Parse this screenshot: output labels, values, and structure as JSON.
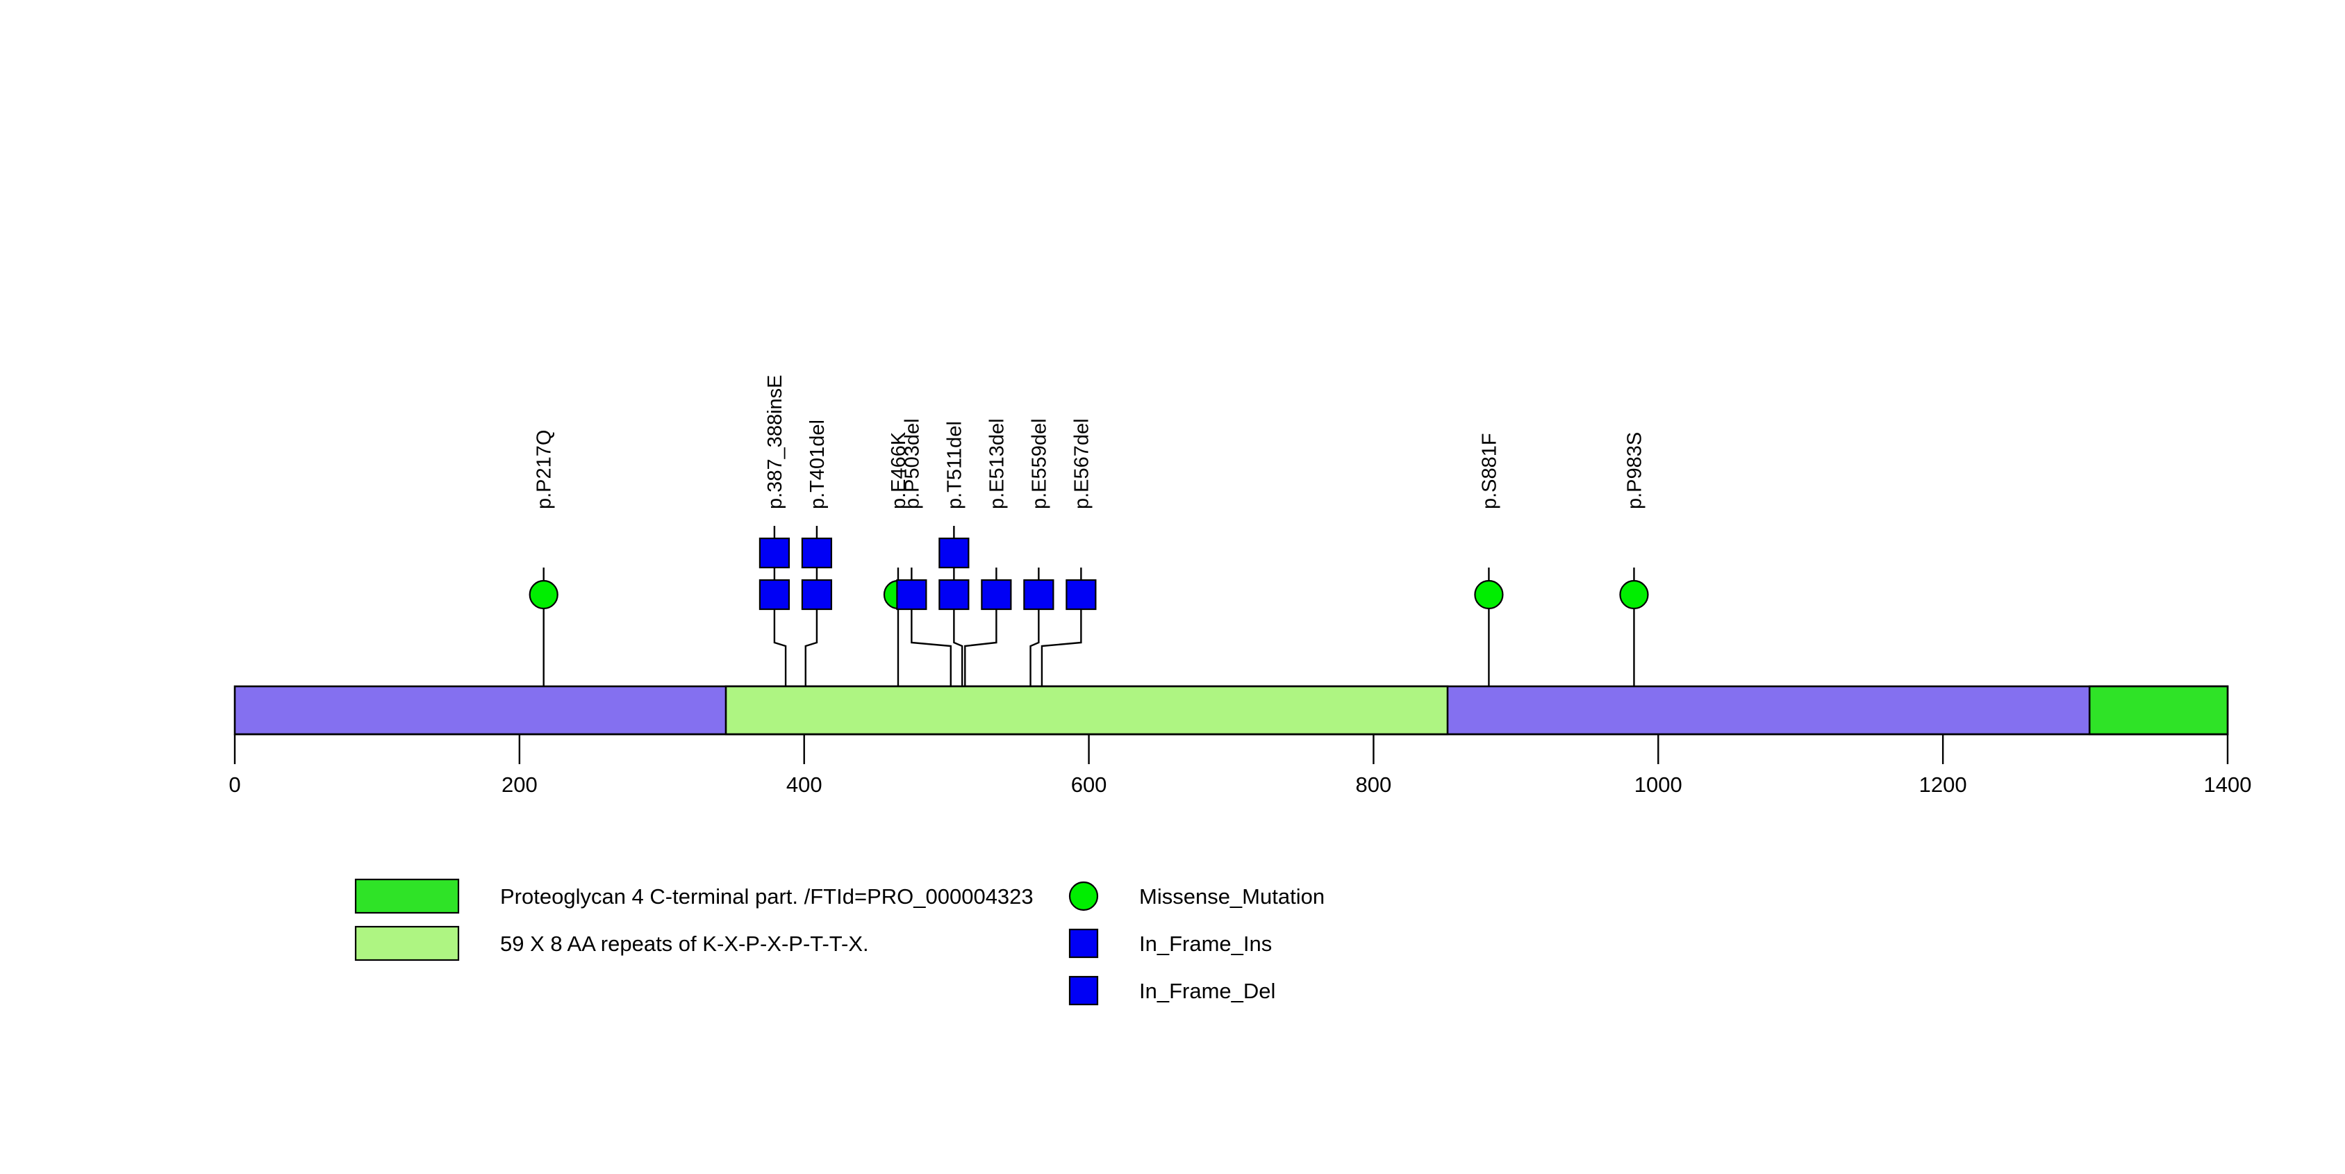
{
  "chart_data": {
    "type": "lollipop",
    "title": "",
    "xlabel": "",
    "ylabel": "",
    "xlim": [
      0,
      1400
    ],
    "grid": false,
    "protein_length": 1400,
    "axis": {
      "ticks": [
        0,
        200,
        400,
        600,
        800,
        1000,
        1200,
        1400
      ],
      "tick_labels": [
        "0",
        "200",
        "400",
        "600",
        "800",
        "1000",
        "1200",
        "1400"
      ]
    },
    "backbone": {
      "start": 0,
      "end": 1400,
      "color": "#8470f0"
    },
    "domains": [
      {
        "name": "59 X 8 AA repeats of K-X-P-X-P-T-T-X.",
        "start": 345,
        "end": 852,
        "color": "#aef582"
      },
      {
        "name": "Proteoglycan 4 C-terminal part. /FTId=PRO_000004323",
        "start": 1303,
        "end": 1400,
        "color": "#2fe327"
      }
    ],
    "mutations": [
      {
        "label": "p.P217Q",
        "position": 217,
        "count": 1,
        "type": "Missense_Mutation",
        "shape": "circle",
        "color": "#00ee00"
      },
      {
        "label": "p.387_388insE",
        "position": 387,
        "count": 2,
        "type": "In_Frame_Ins",
        "shape": "square",
        "color": "#0000f5"
      },
      {
        "label": "p.T401del",
        "position": 401,
        "count": 2,
        "type": "In_Frame_Del",
        "shape": "square",
        "color": "#0000f5"
      },
      {
        "label": "p.E466K",
        "position": 466,
        "count": 1,
        "type": "Missense_Mutation",
        "shape": "circle",
        "color": "#00ee00"
      },
      {
        "label": "p.P503del",
        "position": 503,
        "count": 1,
        "type": "In_Frame_Del",
        "shape": "square",
        "color": "#0000f5"
      },
      {
        "label": "p.T511del",
        "position": 511,
        "count": 2,
        "type": "In_Frame_Del",
        "shape": "square",
        "color": "#0000f5"
      },
      {
        "label": "p.E513del",
        "position": 513,
        "count": 1,
        "type": "In_Frame_Del",
        "shape": "square",
        "color": "#0000f5"
      },
      {
        "label": "p.E559del",
        "position": 559,
        "count": 1,
        "type": "In_Frame_Del",
        "shape": "square",
        "color": "#0000f5"
      },
      {
        "label": "p.E567del",
        "position": 567,
        "count": 1,
        "type": "In_Frame_Del",
        "shape": "square",
        "color": "#0000f5"
      },
      {
        "label": "p.S881F",
        "position": 881,
        "count": 1,
        "type": "Missense_Mutation",
        "shape": "circle",
        "color": "#00ee00"
      },
      {
        "label": "p.P983S",
        "position": 983,
        "count": 1,
        "type": "Missense_Mutation",
        "shape": "circle",
        "color": "#00ee00"
      }
    ],
    "legend": {
      "position": "bottom",
      "domain_entries": [
        {
          "label": "Proteoglycan 4 C-terminal part. /FTId=PRO_000004323",
          "color": "#2fe327",
          "swatch": "rect"
        },
        {
          "label": "59 X 8 AA repeats of K-X-P-X-P-T-T-X.",
          "color": "#aef582",
          "swatch": "rect"
        }
      ],
      "mutation_entries": [
        {
          "label": "Missense_Mutation",
          "color": "#00ee00",
          "swatch": "circle"
        },
        {
          "label": "In_Frame_Ins",
          "color": "#0000f5",
          "swatch": "rect"
        },
        {
          "label": "In_Frame_Del",
          "color": "#0000f5",
          "swatch": "rect"
        }
      ]
    }
  },
  "colors": {
    "backbone": "#8470f0",
    "repeat_domain": "#aef582",
    "cterm_domain": "#2fe327",
    "missense": "#00ee00",
    "inframe": "#0000f5",
    "outline": "#000000"
  }
}
